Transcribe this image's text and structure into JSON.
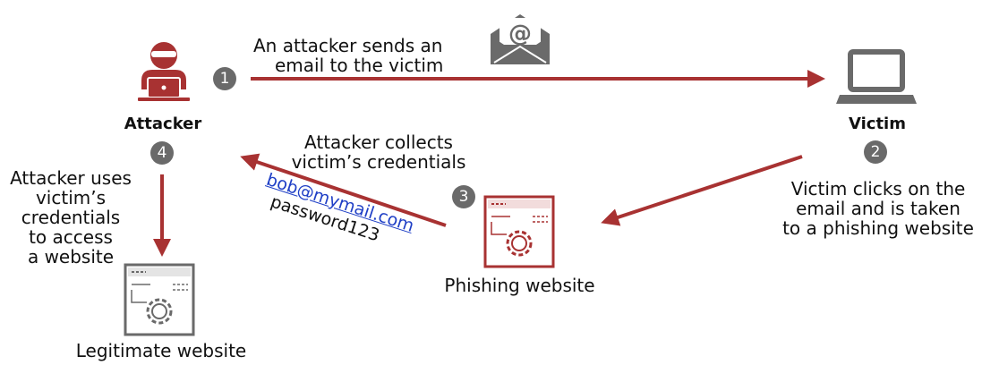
{
  "colors": {
    "arrow": "#a83232",
    "icon_red": "#a83232",
    "icon_gray": "#6a6a6a",
    "badge": "#6a6a6a"
  },
  "nodes": {
    "attacker": {
      "label": "Attacker"
    },
    "victim": {
      "label": "Victim"
    },
    "phishing_site": {
      "label": "Phishing website"
    },
    "legit_site": {
      "label": "Legitimate website"
    }
  },
  "steps": [
    {
      "number": "1",
      "text": [
        "An attacker sends an",
        "email to the victim"
      ]
    },
    {
      "number": "2",
      "text": [
        "Victim clicks on the",
        "email and is taken",
        "to a phishing website"
      ]
    },
    {
      "number": "3",
      "text": []
    },
    {
      "number": "4",
      "text": [
        "Attacker uses",
        "victim’s",
        "credentials",
        "to access",
        "a website"
      ]
    }
  ],
  "collect_label": [
    "Attacker collects",
    "victim’s credentials"
  ],
  "credentials": {
    "email": "bob@mymail.com",
    "password": "password123"
  },
  "icons": {
    "attacker": "hacker-at-laptop-icon",
    "victim": "laptop-icon",
    "email": "email-envelope-icon",
    "phishing": "webpage-gear-icon",
    "legit": "webpage-gear-icon"
  }
}
